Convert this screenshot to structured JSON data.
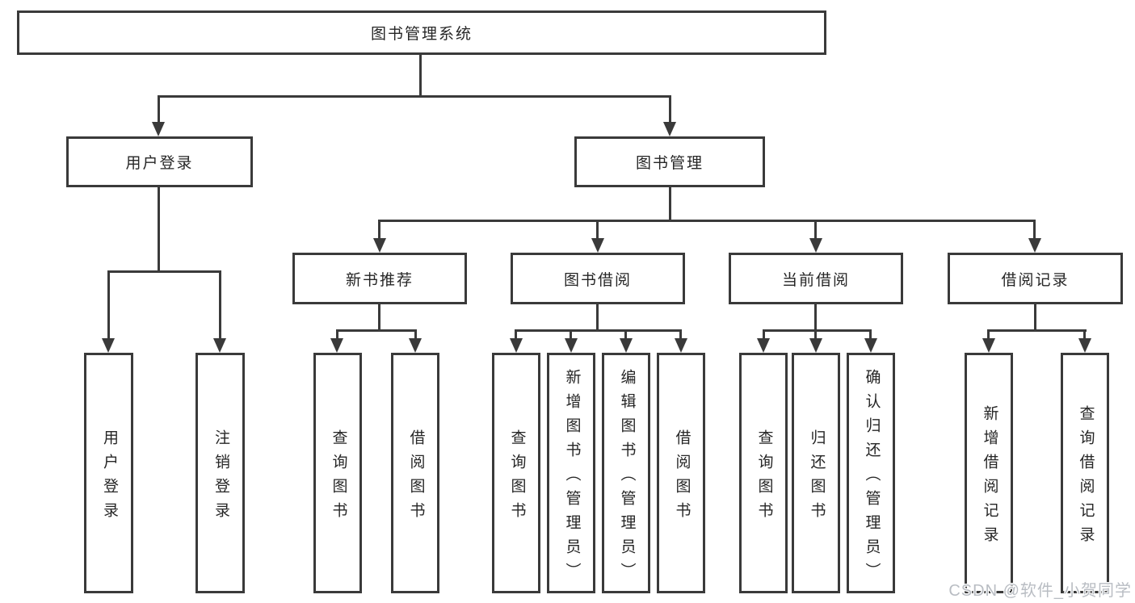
{
  "tree": {
    "root": {
      "label": "图书管理系统",
      "children": [
        {
          "label": "用户登录",
          "children": [
            {
              "label": "用户登录"
            },
            {
              "label": "注销登录"
            }
          ]
        },
        {
          "label": "图书管理",
          "children": [
            {
              "label": "新书推荐",
              "children": [
                {
                  "label": "查询图书"
                },
                {
                  "label": "借阅图书"
                }
              ]
            },
            {
              "label": "图书借阅",
              "children": [
                {
                  "label": "查询图书"
                },
                {
                  "label": "新增图书（管理员）"
                },
                {
                  "label": "编辑图书（管理员）"
                },
                {
                  "label": "借阅图书"
                }
              ]
            },
            {
              "label": "当前借阅",
              "children": [
                {
                  "label": "查询图书"
                },
                {
                  "label": "归还图书"
                },
                {
                  "label": "确认归还（管理员）"
                }
              ]
            },
            {
              "label": "借阅记录",
              "children": [
                {
                  "label": "新增借阅记录"
                },
                {
                  "label": "查询借阅记录"
                }
              ]
            }
          ]
        }
      ]
    }
  },
  "watermark": "CSDN @软件_小贺同学",
  "colors": {
    "line": "#3a3a3a",
    "text": "#262626",
    "watermark": "#b9bdc3",
    "background": "#ffffff"
  }
}
